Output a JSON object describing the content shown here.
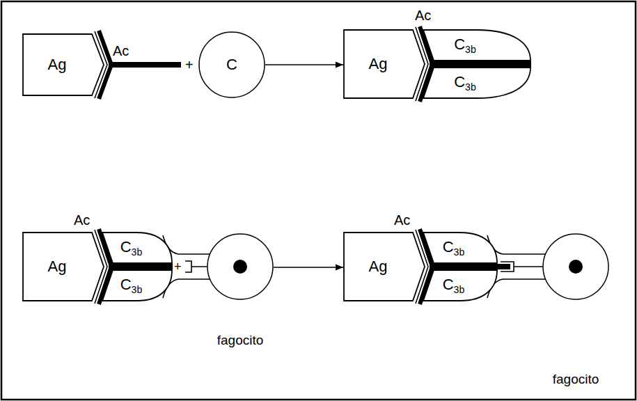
{
  "diagram": {
    "nodes": [
      {
        "text": [
          "Ag"
        ]
      },
      {
        "text": [
          "C"
        ]
      },
      {
        "text": [
          "Ag"
        ]
      },
      {
        "text": [
          "C3b"
        ]
      },
      {
        "text": [
          "C3b"
        ]
      },
      {
        "text": [
          "Ag"
        ]
      },
      {
        "text": [
          "C3b"
        ]
      },
      {
        "text": [
          "C3b"
        ]
      },
      {
        "text": [
          "fagocito"
        ]
      },
      {
        "text": [
          "Ag"
        ]
      },
      {
        "text": [
          "C3b"
        ]
      },
      {
        "text": [
          "C3b"
        ]
      },
      {
        "text": [
          "fagocito"
        ]
      }
    ],
    "edges": [
      {
        "from": 1,
        "to": 2,
        "arrow": "to"
      },
      {
        "from": 8,
        "to": 9,
        "arrow": "to"
      }
    ],
    "labels": [
      "Ac",
      "+",
      "Ac",
      "Ac",
      "+",
      "Ac"
    ]
  }
}
